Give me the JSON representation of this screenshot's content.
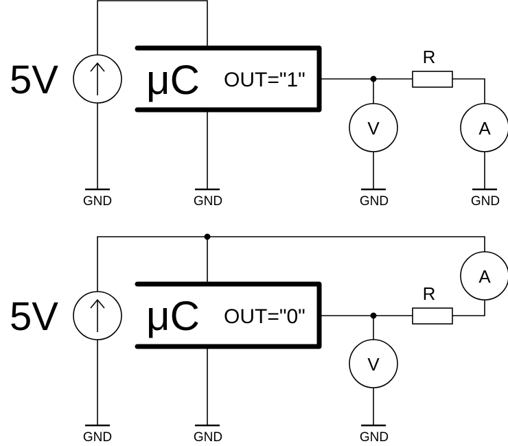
{
  "diagram": {
    "type": "circuit-schematic",
    "circuits": [
      {
        "id": "output-high",
        "source_label": "5V",
        "chip_label": "μC",
        "output_label": "OUT=\"1\"",
        "resistor_label": "R",
        "voltmeter_label": "V",
        "ammeter_label": "A",
        "ground_labels": [
          "GND",
          "GND",
          "GND",
          "GND"
        ]
      },
      {
        "id": "output-low",
        "source_label": "5V",
        "chip_label": "μC",
        "output_label": "OUT=\"0\"",
        "resistor_label": "R",
        "voltmeter_label": "V",
        "ammeter_label": "A",
        "ground_labels": [
          "GND",
          "GND",
          "GND"
        ]
      }
    ]
  }
}
